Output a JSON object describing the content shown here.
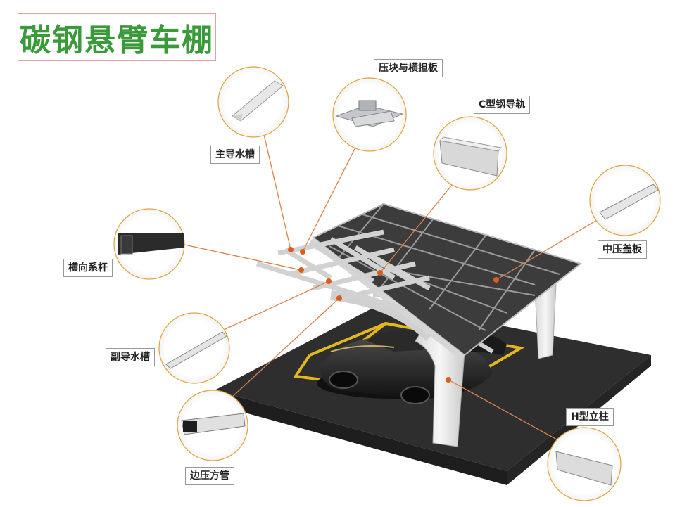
{
  "title": "碳钢悬臂车棚",
  "labels": {
    "press_block": "压块与横担板",
    "c_rail": "C型钢导轨",
    "main_gutter": "主导水槽",
    "mid_cover": "中压盖板",
    "cross_rod": "横向系杆",
    "sub_gutter": "副导水槽",
    "edge_tube": "边压方管",
    "h_column": "H型立柱"
  },
  "colors": {
    "title": "#3a9a3a",
    "leader": "#d9824a",
    "ring": "#e0a23c",
    "panel": "#3c3c3c",
    "ground": "#2e2e2e",
    "parking_line": "#e3b81c"
  }
}
